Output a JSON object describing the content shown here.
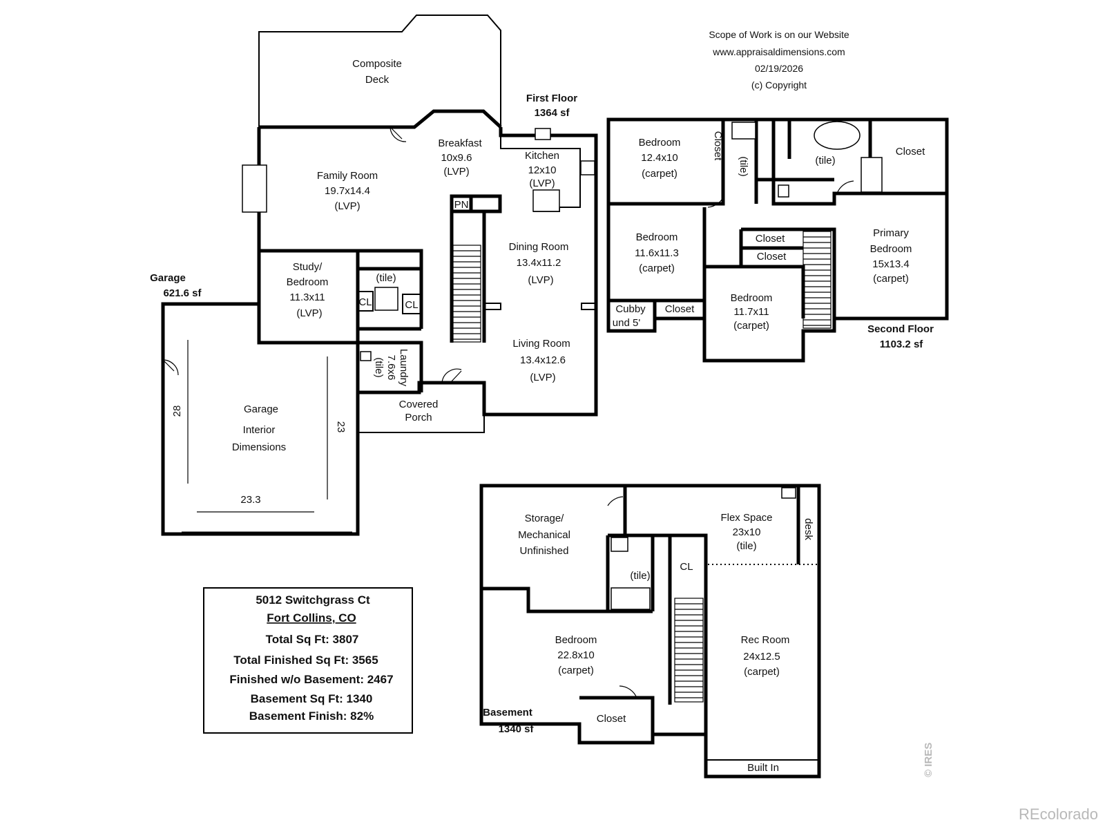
{
  "header": {
    "line1": "Scope of Work is on our Website",
    "line2": "www.appraisaldimensions.com",
    "date": "02/19/2026",
    "copyright": "(c) Copyright"
  },
  "floors": {
    "first": {
      "name": "First Floor",
      "area": "1364 sf"
    },
    "second": {
      "name": "Second Floor",
      "area": "1103.2 sf"
    },
    "garage": {
      "name": "Garage",
      "area": "621.6 sf"
    },
    "basement": {
      "name": "Basement",
      "area": "1340 sf"
    }
  },
  "first_floor": {
    "deck": [
      "Composite",
      "Deck"
    ],
    "breakfast": [
      "Breakfast",
      "10x9.6",
      "(LVP)"
    ],
    "kitchen": [
      "Kitchen",
      "12x10",
      "(LVP)"
    ],
    "family": [
      "Family Room",
      "19.7x14.4",
      "(LVP)"
    ],
    "pantry": "PN",
    "dining": [
      "Dining Room",
      "13.4x11.2",
      "(LVP)"
    ],
    "study": [
      "Study/",
      "Bedroom",
      "11.3x11",
      "(LVP)"
    ],
    "bath_tile": "(tile)",
    "cl1": "CL",
    "cl2": "CL",
    "laundry": [
      "Laundry",
      "7.6x6",
      "(tile)"
    ],
    "living": [
      "Living Room",
      "13.4x12.6",
      "(LVP)"
    ],
    "porch": [
      "Covered",
      "Porch"
    ]
  },
  "garage": {
    "labels": [
      "Garage",
      "Interior",
      "Dimensions"
    ],
    "dim_left": "28",
    "dim_right": "23",
    "dim_bottom": "23.3"
  },
  "second_floor": {
    "bed1": [
      "Bedroom",
      "12.4x10",
      "(carpet)"
    ],
    "closet_v": "Closet",
    "tile_v": "(tile)",
    "master_bath_tile": "(tile)",
    "closet_primary": "Closet",
    "bed2": [
      "Bedroom",
      "11.6x11.3",
      "(carpet)"
    ],
    "closet_a": "Closet",
    "closet_b": "Closet",
    "primary": [
      "Primary",
      "Bedroom",
      "15x13.4",
      "(carpet)"
    ],
    "cubby": [
      "Cubby",
      "und 5'"
    ],
    "closet_c": "Closet",
    "bed3": [
      "Bedroom",
      "11.7x11",
      "(carpet)"
    ]
  },
  "basement": {
    "storage": [
      "Storage/",
      "Mechanical",
      "Unfinished"
    ],
    "flex": [
      "Flex Space",
      "23x10",
      "(tile)"
    ],
    "desk": "desk",
    "bath_tile": "(tile)",
    "cl": "CL",
    "bedroom": [
      "Bedroom",
      "22.8x10",
      "(carpet)"
    ],
    "rec": [
      "Rec Room",
      "24x12.5",
      "(carpet)"
    ],
    "closet": "Closet",
    "built_in": "Built In"
  },
  "summary": {
    "address": "5012 Switchgrass Ct",
    "city": "Fort Collins, CO",
    "total": "Total Sq Ft: 3807",
    "finished": "Total Finished Sq Ft: 3565",
    "no_basement": "Finished w/o Basement: 2467",
    "basement": "Basement Sq Ft: 1340",
    "basement_finish": "Basement Finish: 82%"
  },
  "watermarks": {
    "brand": "REcolorado",
    "ires": "© IRES"
  }
}
